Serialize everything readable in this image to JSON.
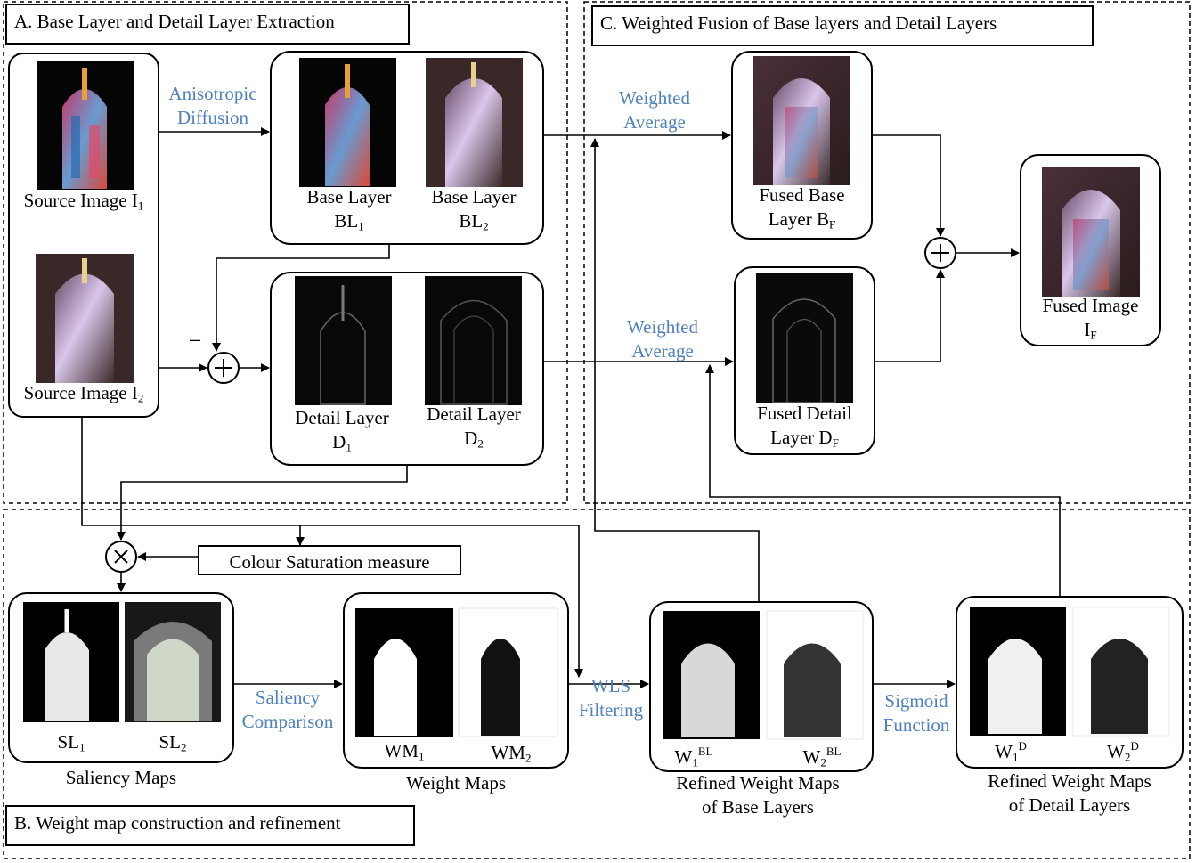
{
  "sections": {
    "a": "A. Base Layer and Detail Layer Extraction",
    "b": "B. Weight map construction and refinement",
    "c": "C. Weighted Fusion of Base layers and Detail Layers"
  },
  "labels": {
    "source1": "Source Image I",
    "source1_sub": "1",
    "source2": "Source Image I",
    "source2_sub": "2",
    "base1_line1": "Base Layer",
    "base1_line2": "BL",
    "base1_sub": "1",
    "base2_line1": "Base Layer",
    "base2_line2": "BL",
    "base2_sub": "2",
    "detail1_line1": "Detail Layer",
    "detail1_line2": "D",
    "detail1_sub": "1",
    "detail2_line1": "Detail Layer",
    "detail2_line2": "D",
    "detail2_sub": "2",
    "fused_base_line1": "Fused Base",
    "fused_base_line2": "Layer B",
    "fused_base_sub": "F",
    "fused_detail_line1": "Fused Detail",
    "fused_detail_line2": "Layer D",
    "fused_detail_sub": "F",
    "fused_image_line1": "Fused Image",
    "fused_image_line2": "I",
    "fused_image_sub": "F",
    "sl1": "SL",
    "sl1_sub": "1",
    "sl2": "SL",
    "sl2_sub": "2",
    "saliency_maps": "Saliency Maps",
    "wm1": "WM",
    "wm1_sub": "1",
    "wm2": "WM",
    "wm2_sub": "2",
    "weight_maps": "Weight Maps",
    "wbl1": "W",
    "wbl1_sub": "1",
    "wbl1_sup": "BL",
    "wbl2": "W",
    "wbl2_sub": "2",
    "wbl2_sup": "BL",
    "refined_base_line1": "Refined Weight Maps",
    "refined_base_line2": "of Base Layers",
    "wd1": "W",
    "wd1_sub": "1",
    "wd1_sup": "D",
    "wd2": "W",
    "wd2_sub": "2",
    "wd2_sup": "D",
    "refined_detail_line1": "Refined Weight Maps",
    "refined_detail_line2": "of Detail Layers",
    "colour_saturation": "Colour Saturation measure",
    "minus": "−"
  },
  "operations": {
    "anisotropic_line1": "Anisotropic",
    "anisotropic_line2": "Diffusion",
    "weighted_avg_base_line1": "Weighted",
    "weighted_avg_base_line2": "Average",
    "weighted_avg_detail_line1": "Weighted",
    "weighted_avg_detail_line2": "Average",
    "saliency_comparison_line1": "Saliency",
    "saliency_comparison_line2": "Comparison",
    "wls_line1": "WLS",
    "wls_line2": "Filtering",
    "sigmoid_line1": "Sigmoid",
    "sigmoid_line2": "Function"
  },
  "colors": {
    "operation_text": "#4f81bd",
    "line": "#000000"
  }
}
